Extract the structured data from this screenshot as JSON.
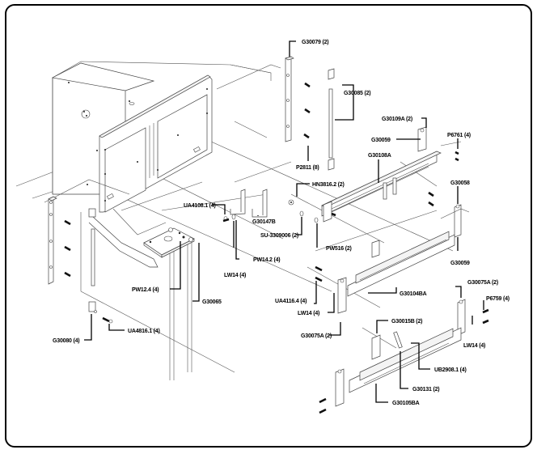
{
  "diagram": {
    "type": "exploded-parts-view",
    "parts": [
      {
        "id": "p1",
        "label": "G30079 (2)"
      },
      {
        "id": "p2",
        "label": "G30085 (2)"
      },
      {
        "id": "p3",
        "label": "G30109A (2)"
      },
      {
        "id": "p4",
        "label": "G30059"
      },
      {
        "id": "p5",
        "label": "P6761 (4)"
      },
      {
        "id": "p6",
        "label": "G30108A"
      },
      {
        "id": "p7",
        "label": "P2811 (8)"
      },
      {
        "id": "p8",
        "label": "HN3816.2 (2)"
      },
      {
        "id": "p9",
        "label": "G30058"
      },
      {
        "id": "p10",
        "label": "UA4108.1 (4)"
      },
      {
        "id": "p11",
        "label": "G30147B"
      },
      {
        "id": "p12",
        "label": "SU-3309006 (2)"
      },
      {
        "id": "p13",
        "label": "PW516 (2)"
      },
      {
        "id": "p14",
        "label": "G30059"
      },
      {
        "id": "p15",
        "label": "LW14 (4)"
      },
      {
        "id": "p16",
        "label": "PW14.2 (4)"
      },
      {
        "id": "p17",
        "label": "PW12.4 (4)"
      },
      {
        "id": "p18",
        "label": "G30065"
      },
      {
        "id": "p19",
        "label": "G30104BA"
      },
      {
        "id": "p20",
        "label": "UA4116.4 (4)"
      },
      {
        "id": "p21",
        "label": "G30075A (2)"
      },
      {
        "id": "p22",
        "label": "P6759 (4)"
      },
      {
        "id": "p23",
        "label": "LW14 (4)"
      },
      {
        "id": "p24",
        "label": "G30075A (2)"
      },
      {
        "id": "p25",
        "label": "LW14 (4)"
      },
      {
        "id": "p26",
        "label": "G30080 (4)"
      },
      {
        "id": "p27",
        "label": "UA4816.1 (4)"
      },
      {
        "id": "p28",
        "label": "G30015B (2)"
      },
      {
        "id": "p29",
        "label": "UB2908.1 (4)"
      },
      {
        "id": "p30",
        "label": "G30131 (2)"
      },
      {
        "id": "p31",
        "label": "G30105BA"
      }
    ]
  }
}
